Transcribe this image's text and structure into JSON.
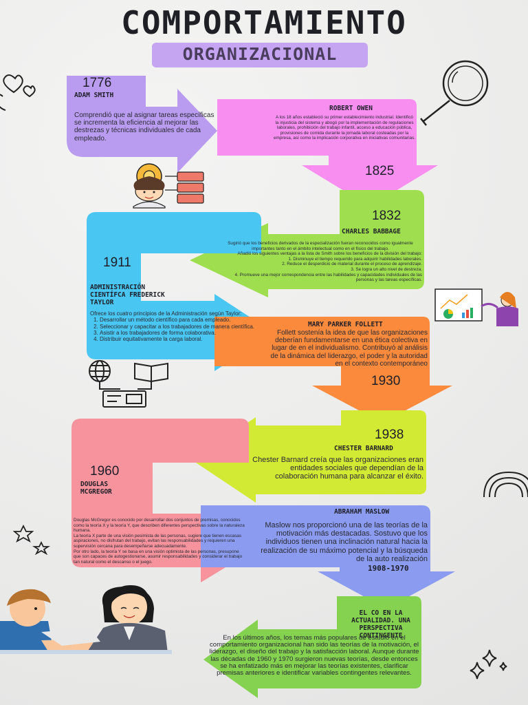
{
  "header": {
    "title": "COMPORTAMIENTO",
    "subtitle": "ORGANIZACIONAL"
  },
  "colors": {
    "purple": "#b99cf0",
    "pink": "#f78ef0",
    "green": "#9fdf4f",
    "blue": "#49c6f1",
    "orange": "#fb8a3c",
    "lime": "#d3ea34",
    "salmon": "#f7939c",
    "periwinkle": "#8a9bf0",
    "green_last": "#84d24f"
  },
  "timeline": [
    {
      "year": "1776",
      "name": "ADAM SMITH",
      "text": "Comprendió que al asignar tareas específicas se incrementa la eficiencia al mejorar las destrezas y técnicas individuales de cada empleado."
    },
    {
      "year": "1825",
      "name": "ROBERT OWEN",
      "text": "A los 18 años estableció su primer establecimiento industrial. Identificó la injusticia del sistema y abogó por la implementación de regulaciones laborales, prohibición del trabajo infantil, acceso a educación pública, provisiones de comida durante la jornada laboral costeadas por la empresa, así como la implicación corporativa en iniciativas comunitarias."
    },
    {
      "year": "1832",
      "name": "CHARLES BABBAGE",
      "text": "Sugirió que los beneficios derivados de la especialización fueran reconocidos como igualmente importantes tanto en el ámbito intelectual como en el físico del trabajo.",
      "text2": "Añadió los siguientes ventajas a la lista de Smith sobre los beneficios de la división del trabajo:",
      "items": [
        "Disminuye el tiempo requerido para adquirir habilidades laborales.",
        "Reduce el desperdicio de material durante el proceso de aprendizaje.",
        "Se logra un alto nivel de destreza.",
        "Promueve una mejor correspondencia entre las habilidades y capacidades individuales de las personas y las tareas específicas."
      ]
    },
    {
      "year": "1911",
      "name": "ADMINISTRACIÓN CIENTÍFCA FREDERICK TAYLOR",
      "text": "Ofrece los cuatro principios de la Administración según Taylor:",
      "items": [
        "Desarrollar un método científico para cada empleado.",
        "Seleccionar y capacitar a los trabajadores de manera científica.",
        "Asistir a los trabajadores de forma colaborativa.",
        "Distribuir equitativamente la carga laboral."
      ]
    },
    {
      "year": "1930",
      "name": "MARY PARKER FOLLETT",
      "text": "Follett sostenía la idea de que las organizaciones deberían fundamentarse en una ética colectiva en lugar de en el individualismo. Contribuyó al análisis de la dinámica del liderazgo, el poder y la autoridad en el contexto contemporáneo"
    },
    {
      "year": "1938",
      "name": "CHESTER BARNARD",
      "text": "Chester Barnard creía que las organizaciones eran entidades sociales que dependían de la colaboración humana para alcanzar el éxito."
    },
    {
      "year": "1960",
      "name": "DOUGLAS MCGREGOR",
      "text": "Douglas McGregor es conocido por desarrollar dos conjuntos de premisas, conocidos como la teoría X y la teoría Y, que describen diferentes perspectivas sobre la naturaleza humana.",
      "text2": "La teoría X parte de una visión pesimista de las personas, sugiere que tienen escasas aspiraciones, no disfrutan del trabajo, evitan las responsabilidades y requieren una supervisión cercana para desempeñarse adecuadamente.",
      "text3": "Por otro lado, la teoría Y se basa en una visión optimista de las personas, presupone que son capaces de autogestionarse, asumir responsabilidades y considerar el trabajo tan natural como el descanso o el juego."
    },
    {
      "year": "1908-1970",
      "name": "ABRAHAM MASLOW",
      "text": "Maslow nos proporcionó una de las teorías de la motivación más destacadas. Sostuvo que los individuos tienen una inclinación natural hacia la realización de su máximo potencial y la búsqueda de la auto realización"
    },
    {
      "year": "",
      "name": "EL CO EN LA ACTUALIDAD. UNA PERSPECTIVA CONTINGENTE",
      "text": "En los últimos años, los temas más populares de estudio en el comportamiento organizacional han sido las teorías de la motivación, el liderazgo, el diseño del trabajo y la satisfacción laboral. Aunque durante las décadas de 1960 y 1970 surgieron nuevas teorías, desde entonces se ha enfatizado más en mejorar las teorías existentes, clarificar premisas anteriores e identificar variables contingentes relevantes."
    }
  ],
  "icons": [
    "heart-icon",
    "magnifier-icon",
    "gear-person-icon",
    "presentation-icon",
    "globe-icon",
    "book-icon",
    "computer-icon",
    "rainbow-icon",
    "star-icon",
    "sparkle-icon",
    "handshake-people-icon"
  ]
}
